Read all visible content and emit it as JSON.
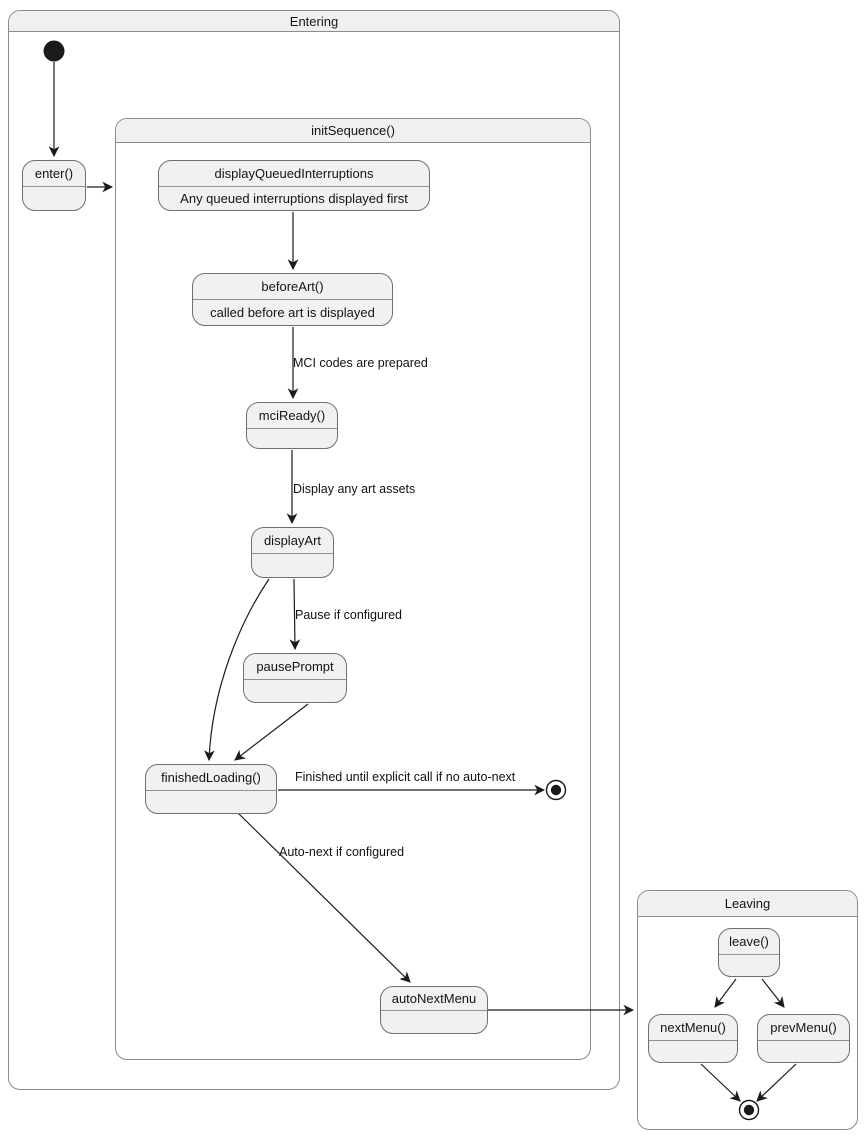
{
  "diagram": {
    "kind": "uml-state-diagram",
    "containers": {
      "entering": {
        "title": "Entering"
      },
      "initSequence": {
        "title": "initSequence()"
      },
      "leaving": {
        "title": "Leaving"
      }
    },
    "states": {
      "enter": {
        "label": "enter()"
      },
      "displayQueuedInterruptions": {
        "label": "displayQueuedInterruptions",
        "description": "Any queued interruptions displayed first"
      },
      "beforeArt": {
        "label": "beforeArt()",
        "description": "called before art is displayed"
      },
      "mciReady": {
        "label": "mciReady()"
      },
      "displayArt": {
        "label": "displayArt"
      },
      "pausePrompt": {
        "label": "pausePrompt"
      },
      "finishedLoading": {
        "label": "finishedLoading()"
      },
      "autoNextMenu": {
        "label": "autoNextMenu"
      },
      "leave": {
        "label": "leave()"
      },
      "nextMenu": {
        "label": "nextMenu()"
      },
      "prevMenu": {
        "label": "prevMenu()"
      }
    },
    "transitions": {
      "beforeArt_to_mciReady": "MCI codes are prepared",
      "mciReady_to_displayArt": "Display any art assets",
      "displayArt_to_pausePrompt": "Pause if configured",
      "finishedLoading_to_final": "Finished until explicit call if no auto-next",
      "finishedLoading_to_autoNextMenu": "Auto-next if configured"
    },
    "colors": {
      "state_fill": "#f1f1f1",
      "state_border": "#707070",
      "container_border": "#8c8c8c",
      "header_fill": "#f0f0f0",
      "arrow": "#1c1c1c",
      "text": "#141414",
      "background": "#ffffff"
    }
  }
}
